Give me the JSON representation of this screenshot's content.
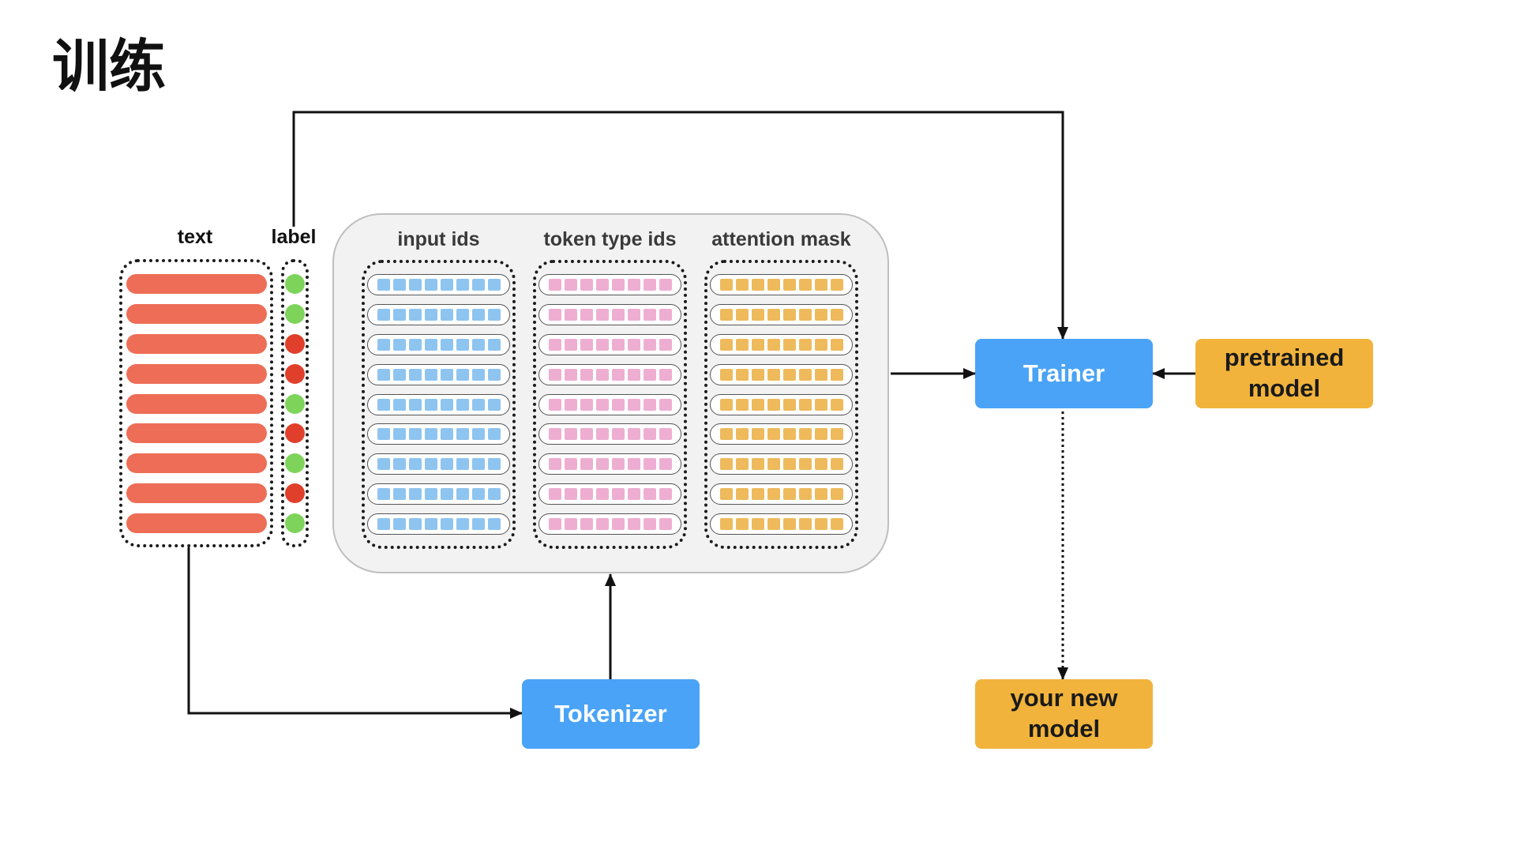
{
  "title": "训练",
  "dataset": {
    "text_header": "text",
    "label_header": "label",
    "text_bar_color": "#ee6d56",
    "label_colors": [
      "#7ed45a",
      "#7ed45a",
      "#e0402b",
      "#e0402b",
      "#7ed45a",
      "#e0402b",
      "#7ed45a",
      "#e0402b",
      "#7ed45a"
    ]
  },
  "encoding": {
    "columns": [
      {
        "header": "input ids",
        "color": "#8ec4f0"
      },
      {
        "header": "token type ids",
        "color": "#eeaed1"
      },
      {
        "header": "attention mask",
        "color": "#eeba5c"
      }
    ]
  },
  "nodes": {
    "trainer": "Trainer",
    "pretrained": "pretrained model",
    "new_model": "your new model",
    "tokenizer": "Tokenizer"
  },
  "colors": {
    "blue_box": "#4aa3f6",
    "orange_box": "#f1b33c",
    "panel": "#f2f2f2",
    "arrow": "#111111"
  }
}
